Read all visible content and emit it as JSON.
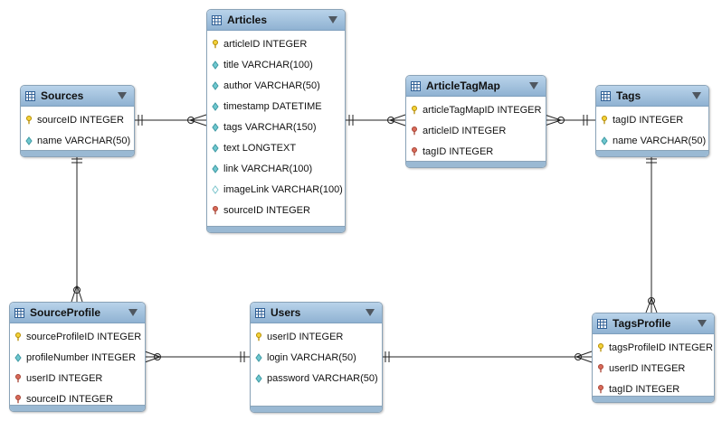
{
  "diagram": {
    "entities": {
      "articles": {
        "title": "Articles",
        "fields": [
          {
            "text": "articleID INTEGER",
            "icon": "primary-key-icon"
          },
          {
            "text": "title VARCHAR(100)",
            "icon": "column-diamond-icon"
          },
          {
            "text": "author VARCHAR(50)",
            "icon": "column-diamond-icon"
          },
          {
            "text": "timestamp DATETIME",
            "icon": "column-diamond-icon"
          },
          {
            "text": "tags VARCHAR(150)",
            "icon": "column-diamond-icon"
          },
          {
            "text": "text LONGTEXT",
            "icon": "column-diamond-icon"
          },
          {
            "text": "link VARCHAR(100)",
            "icon": "column-diamond-icon"
          },
          {
            "text": "imageLink VARCHAR(100)",
            "icon": "nullable-column-icon"
          },
          {
            "text": "sourceID INTEGER",
            "icon": "foreign-key-icon"
          }
        ]
      },
      "sources": {
        "title": "Sources",
        "fields": [
          {
            "text": "sourceID INTEGER",
            "icon": "primary-key-icon"
          },
          {
            "text": "name VARCHAR(50)",
            "icon": "column-diamond-icon"
          }
        ]
      },
      "articletagmap": {
        "title": "ArticleTagMap",
        "fields": [
          {
            "text": "articleTagMapID INTEGER",
            "icon": "primary-key-icon"
          },
          {
            "text": "articleID INTEGER",
            "icon": "foreign-key-icon"
          },
          {
            "text": "tagID INTEGER",
            "icon": "foreign-key-icon"
          }
        ]
      },
      "tags": {
        "title": "Tags",
        "fields": [
          {
            "text": "tagID INTEGER",
            "icon": "primary-key-icon"
          },
          {
            "text": "name VARCHAR(50)",
            "icon": "column-diamond-icon"
          }
        ]
      },
      "sourceprofile": {
        "title": "SourceProfile",
        "fields": [
          {
            "text": "sourceProfileID INTEGER",
            "icon": "primary-key-icon"
          },
          {
            "text": "profileNumber INTEGER",
            "icon": "column-diamond-icon"
          },
          {
            "text": "userID INTEGER",
            "icon": "foreign-key-icon"
          },
          {
            "text": "sourceID INTEGER",
            "icon": "foreign-key-icon"
          }
        ]
      },
      "users": {
        "title": "Users",
        "fields": [
          {
            "text": "userID INTEGER",
            "icon": "primary-key-icon"
          },
          {
            "text": "login VARCHAR(50)",
            "icon": "column-diamond-icon"
          },
          {
            "text": "password VARCHAR(50)",
            "icon": "column-diamond-icon"
          }
        ]
      },
      "tagsprofile": {
        "title": "TagsProfile",
        "fields": [
          {
            "text": "tagsProfileID INTEGER",
            "icon": "primary-key-icon"
          },
          {
            "text": "userID INTEGER",
            "icon": "foreign-key-icon"
          },
          {
            "text": "tagID INTEGER",
            "icon": "foreign-key-icon"
          }
        ]
      }
    },
    "colors": {
      "header_top": "#b9d3ea",
      "header_bottom": "#8fb2d2",
      "border": "#8aa3b8",
      "line": "#222222",
      "primary_key": "#f3d23a",
      "foreign_key": "#d96b5a",
      "column": "#6fc7cf"
    }
  }
}
